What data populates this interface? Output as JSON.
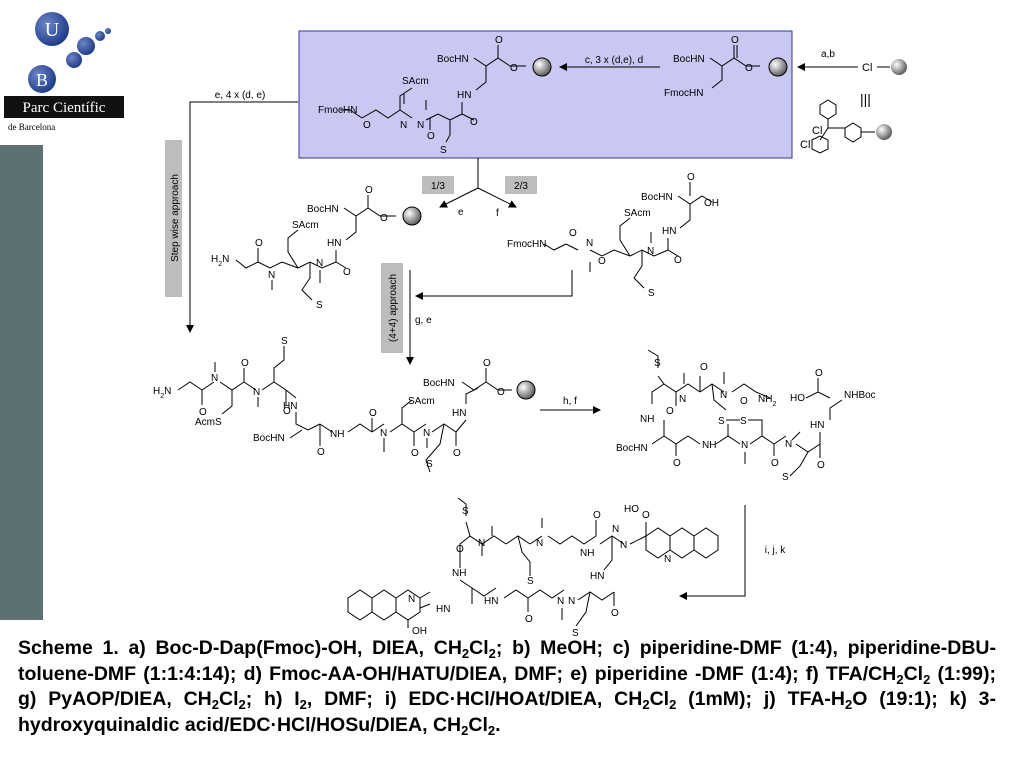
{
  "logo": {
    "letter_u": "U",
    "letter_b": "B",
    "name": "Parc Científic",
    "subtitle": "de Barcelona"
  },
  "reagents": {
    "step1": "a,b",
    "step2": "c, 3 x (d,e), d",
    "step3": "e, 4 x (d, e)",
    "split_left": "1/3",
    "split_right": "2/3",
    "branch_left": "e",
    "branch_right": "f",
    "convergent": "g, e",
    "cyclization": "h, f",
    "final": "i, j, k",
    "stepwise_label": "Step wise approach",
    "convergent_label": "(4+4) approach"
  },
  "labels": {
    "boc_hn": "BocHN",
    "fmoc_hn": "FmocHN",
    "h2n": "H2N",
    "nh2": "NH2",
    "nh": "NH",
    "hn": "HN",
    "n": "N",
    "o": "O",
    "oh": "OH",
    "ho": "HO",
    "s": "S",
    "sacm": "SAcm",
    "acms": "AcmS",
    "nhboc": "NHBoc",
    "cl": "Cl"
  },
  "caption": {
    "scheme": "Scheme 1.",
    "a_pre": "a) Boc-",
    "a_d": "D",
    "a_post": "-Dap(Fmoc)-OH, DIEA, CH",
    "two": "2",
    "cl": "Cl",
    "b": "; b) MeOH; c) piperidine-DMF (1:4), piperidine-DBU-toluene-DMF (1:1:4:14); d) Fmoc-AA-OH/HATU/DIEA, DMF; e) piperidine -DMF (1:4); f) TFA/CH",
    "f_ratio": " (1:99); g) PyAOP/DIEA, CH",
    "h": "; h) I",
    "h_post": ", DMF; i) EDC·HCl/HOAt/DIEA, CH",
    "i_conc": " (1mM); j) TFA-H",
    "j_post": "O (19:1); k) 3-hydroxyquinaldic acid/EDC·HCl/HOSu/DIEA, CH",
    "end": "."
  },
  "colors": {
    "highlight_box": "#c8c8f2",
    "highlight_border": "#333399",
    "label_gray": "#bdbdbd",
    "sidebar": "#5d7074",
    "logo_blue": "#1a3a8a"
  }
}
